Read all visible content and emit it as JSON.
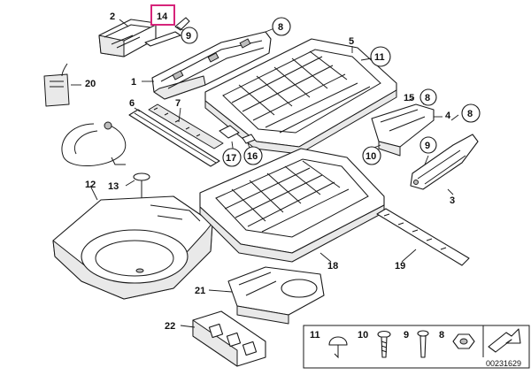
{
  "diagram": {
    "highlight_color": "#d6247a",
    "callouts": {
      "c1": "1",
      "c2": "2",
      "c3": "3",
      "c4": "4",
      "c5": "5",
      "c6": "6",
      "c7": "7",
      "c8a": "8",
      "c8b": "8",
      "c8c": "8",
      "c9a": "9",
      "c9b": "9",
      "c10": "10",
      "c11": "11",
      "c12": "12",
      "c13": "13",
      "c14": "14",
      "c15": "15",
      "c16": "16",
      "c17": "17",
      "c18": "18",
      "c19": "19",
      "c20": "20",
      "c21": "21",
      "c22": "22"
    },
    "legend": {
      "items": [
        "11",
        "10",
        "9",
        "8"
      ]
    },
    "diagram_code": "00231629"
  }
}
